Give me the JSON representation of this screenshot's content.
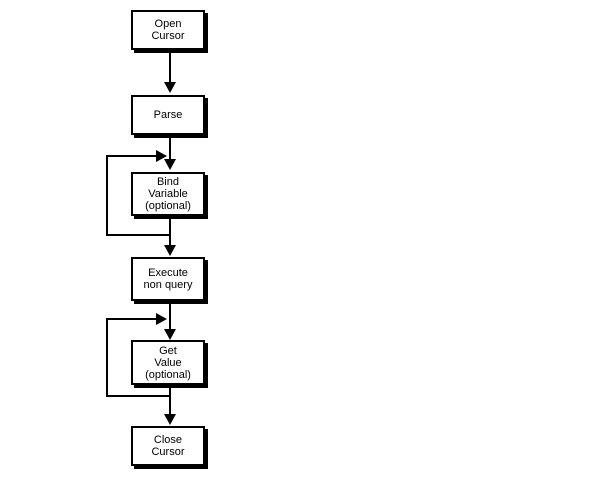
{
  "flowchart": {
    "title": "cursor-execution-flow",
    "nodes": [
      {
        "id": "open-cursor",
        "label": "Open\nCursor"
      },
      {
        "id": "parse",
        "label": "Parse"
      },
      {
        "id": "bind-variable",
        "label": "Bind\nVariable\n(optional)"
      },
      {
        "id": "execute-non-query",
        "label": "Execute\nnon query"
      },
      {
        "id": "get-value",
        "label": "Get\nValue\n(optional)"
      },
      {
        "id": "close-cursor",
        "label": "Close\nCursor"
      }
    ],
    "edges": [
      {
        "from": "open-cursor",
        "to": "parse",
        "type": "arrow-down"
      },
      {
        "from": "parse",
        "to": "bind-variable",
        "type": "arrow-down"
      },
      {
        "from": "bind-variable",
        "to": "bind-variable",
        "type": "loop-back-left"
      },
      {
        "from": "bind-variable",
        "to": "execute-non-query",
        "type": "arrow-down"
      },
      {
        "from": "execute-non-query",
        "to": "get-value",
        "type": "arrow-down"
      },
      {
        "from": "get-value",
        "to": "get-value",
        "type": "loop-back-left"
      },
      {
        "from": "get-value",
        "to": "close-cursor",
        "type": "arrow-down"
      }
    ],
    "colors": {
      "background": "#ffffff",
      "line": "#000000",
      "box_border": "#000000",
      "box_fill": "#ffffff",
      "box_shadow": "#000000",
      "text": "#000000"
    }
  }
}
